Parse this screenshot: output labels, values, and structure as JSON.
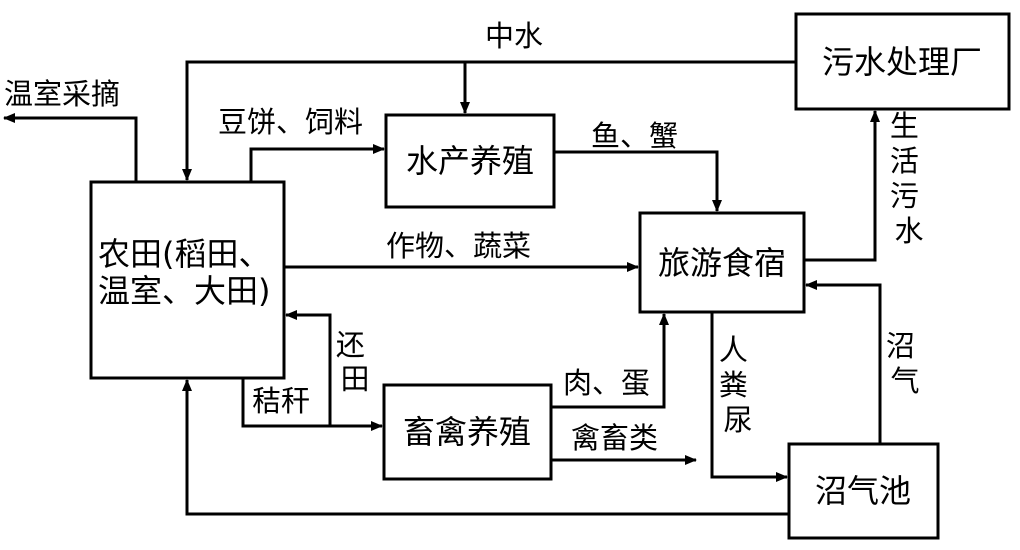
{
  "nodes": {
    "farmland": {
      "line1": "农田(稻田、",
      "line2": "温室、大田)"
    },
    "aquaculture": "水产养殖",
    "livestock": "畜禽养殖",
    "tourism": "旅游食宿",
    "sewage_plant": "污水处理厂",
    "biogas_pit": "沼气池"
  },
  "edge_labels": {
    "greenhouse_picking": "温室采摘",
    "reclaimed_water": "中水",
    "beancake_feed": "豆饼、饲料",
    "fish_crab": "鱼、蟹",
    "crops_veg": "作物、蔬菜",
    "domestic_sewage": [
      "生",
      "活",
      "污",
      "水"
    ],
    "return_field": [
      "还",
      "田"
    ],
    "straw": "秸秆",
    "meat_egg": "肉、蛋",
    "poultry_livestock": "禽畜类",
    "excreta": [
      "人",
      "粪",
      "尿"
    ],
    "biogas": [
      "沼",
      "气"
    ]
  },
  "colors": {
    "stroke": "#000000",
    "background": "#ffffff"
  }
}
